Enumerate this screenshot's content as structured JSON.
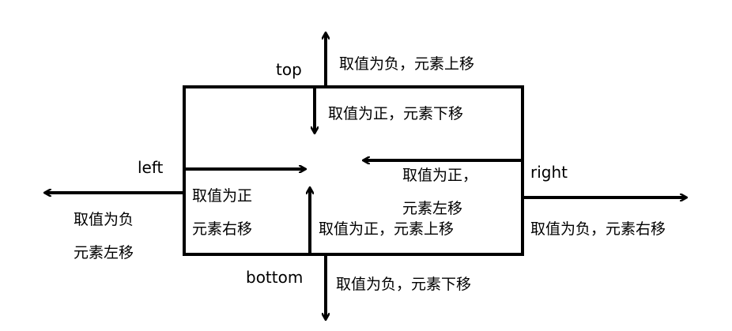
{
  "diagram": {
    "edges": {
      "top": "top",
      "left": "left",
      "right": "right",
      "bottom": "bottom"
    },
    "notes": {
      "top_negative": "取值为负，元素上移",
      "top_positive": "取值为正，元素下移",
      "right_positive_line1": "取值为正，",
      "right_positive_line2": "元素左移",
      "right_negative": "取值为负，元素右移",
      "left_positive_line1": "取值为正",
      "left_positive_line2": "元素右移",
      "left_negative_line1": "取值为负",
      "left_negative_line2": "元素左移",
      "bottom_positive": "取值为正，元素上移",
      "bottom_negative": "取值为负，元素下移"
    },
    "colors": {
      "stroke": "#000000",
      "text": "#000000",
      "background": "#ffffff"
    }
  }
}
